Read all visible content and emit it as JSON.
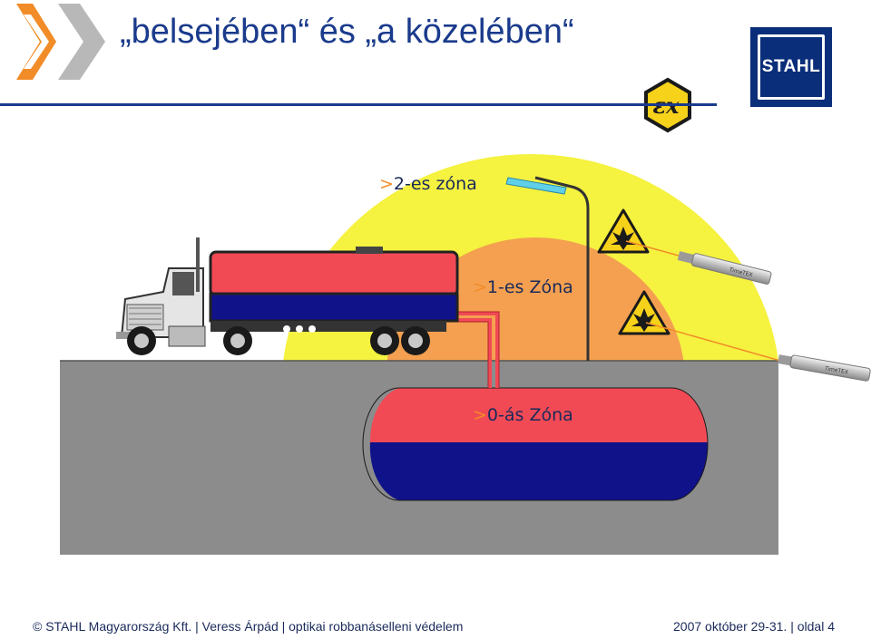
{
  "header": {
    "title": "„belsejében“ és „a közelében“",
    "logo_text": "STAHL"
  },
  "zones": {
    "zone2": ">2-es zóna",
    "zone1": ">1-es Zóna",
    "zone0": ">0-ás Zóna"
  },
  "footer": {
    "left": "© STAHL Magyarország Kft. | Veress Árpád | optikai robbanáselleni védelem",
    "right": "2007 október 29-31. | oldal 4"
  },
  "colors": {
    "brand_blue": "#1a3a8c",
    "zone2_yellow": "#f5f240",
    "zone1_orange": "#f4a050",
    "ground_gray": "#8c8c8c",
    "tank_red": "#f24a55",
    "tank_blue": "#10128a",
    "arrow_orange": "#f28c28"
  },
  "icons": {
    "header_arrows": "chevron-arrows-icon",
    "ex_mark": "ex-hazard-icon",
    "warning_1": "explosion-warning-icon",
    "warning_2": "explosion-warning-icon",
    "sensor_1": "optical-sensor-icon",
    "sensor_2": "optical-sensor-icon",
    "lamp": "street-lamp-icon",
    "truck": "tanker-truck-icon",
    "tank": "underground-tank-icon"
  },
  "sensor_brand": "TimeTEX"
}
